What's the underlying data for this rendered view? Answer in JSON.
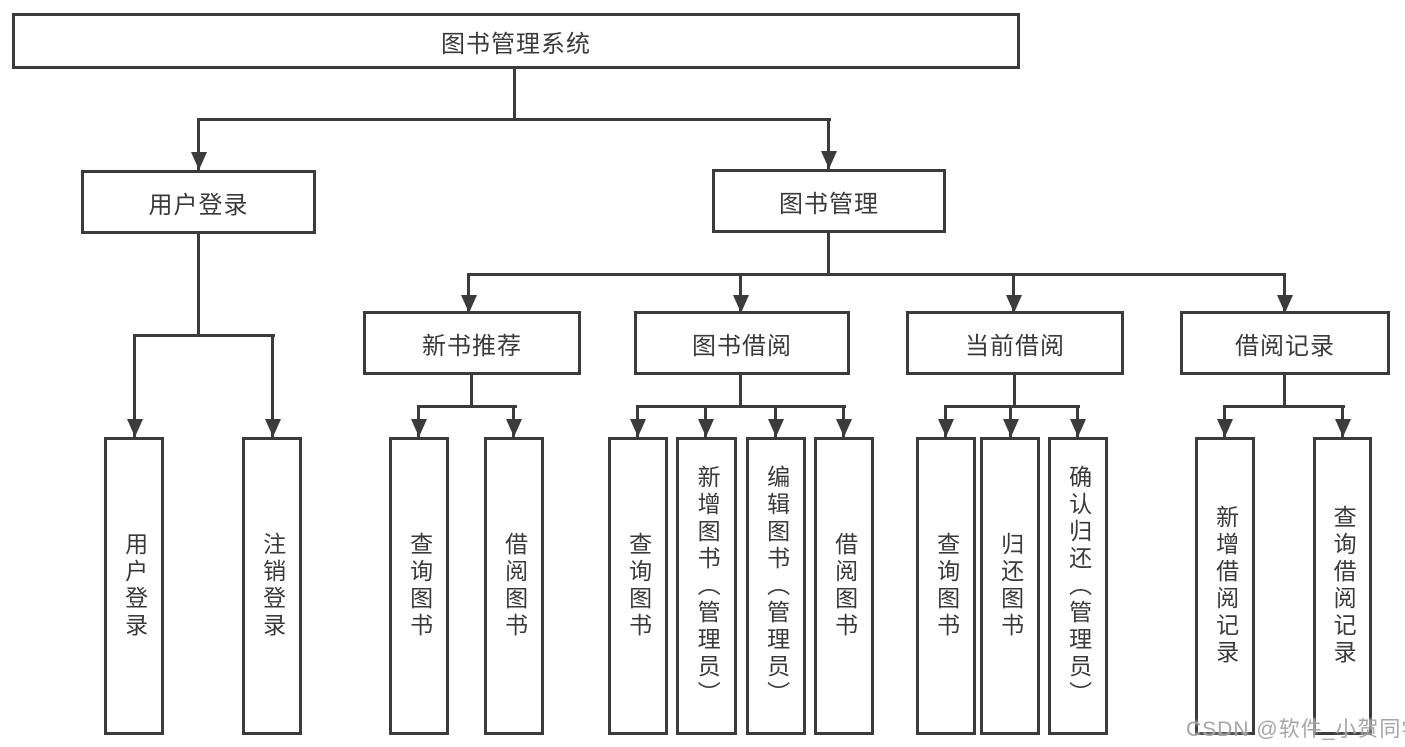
{
  "colors": {
    "line": "#3b3b3b",
    "text": "#3a3a3a",
    "background": "#ffffff",
    "watermark": "#9e9e9e"
  },
  "tree": {
    "root": {
      "label": "图书管理系统"
    },
    "branches": [
      {
        "label": "用户登录",
        "leaves": [
          {
            "label": "用户登录"
          },
          {
            "label": "注销登录"
          }
        ]
      },
      {
        "label": "图书管理",
        "groups": [
          {
            "label": "新书推荐",
            "leaves": [
              {
                "label": "查询图书"
              },
              {
                "label": "借阅图书"
              }
            ]
          },
          {
            "label": "图书借阅",
            "leaves": [
              {
                "label": "查询图书"
              },
              {
                "label": "新增图书（管理员）"
              },
              {
                "label": "编辑图书（管理员）"
              },
              {
                "label": "借阅图书"
              }
            ]
          },
          {
            "label": "当前借阅",
            "leaves": [
              {
                "label": "查询图书"
              },
              {
                "label": "归还图书"
              },
              {
                "label": "确认归还（管理员）"
              }
            ]
          },
          {
            "label": "借阅记录",
            "leaves": [
              {
                "label": "新增借阅记录"
              },
              {
                "label": "查询借阅记录"
              }
            ]
          }
        ]
      }
    ]
  },
  "watermark": {
    "text": "CSDN @软件_小贺同学"
  }
}
